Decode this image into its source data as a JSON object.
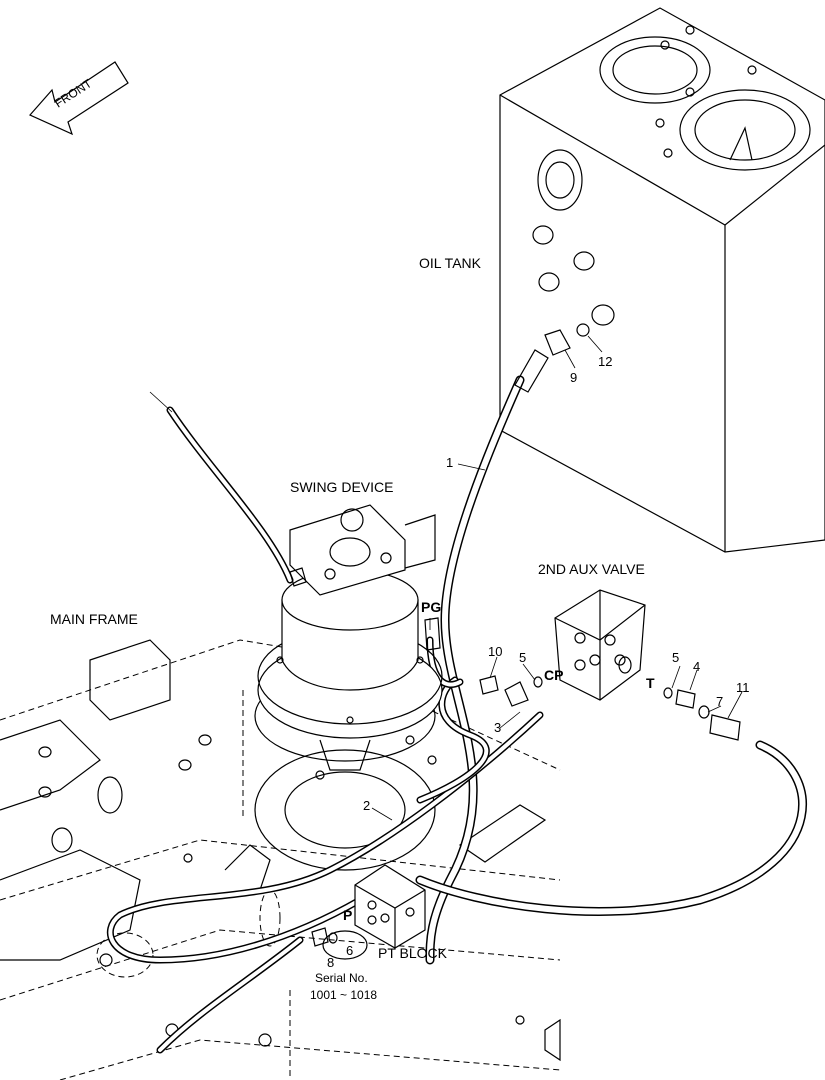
{
  "labels": {
    "front": "FRONT",
    "oil_tank": "OIL TANK",
    "swing_device": "SWING DEVICE",
    "main_frame": "MAIN FRAME",
    "aux_valve": "2ND AUX VALVE",
    "pt_block": "PT BLOCK",
    "port_pg": "PG",
    "port_cp": "CP",
    "port_t": "T",
    "port_p": "P",
    "serial_line1": "Serial No.",
    "serial_line2": "1001 ~ 1018"
  },
  "callouts": {
    "c1": "1",
    "c2": "2",
    "c3": "3",
    "c4": "4",
    "c5a": "5",
    "c5b": "5",
    "c6": "6",
    "c7": "7",
    "c8": "8",
    "c9": "9",
    "c10": "10",
    "c11": "11",
    "c12": "12"
  }
}
